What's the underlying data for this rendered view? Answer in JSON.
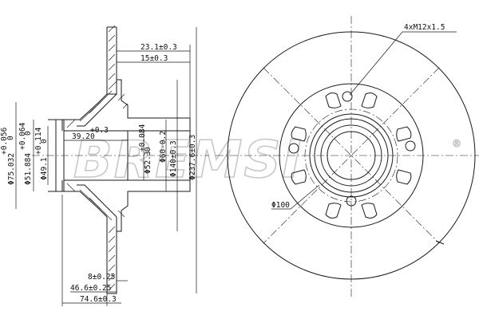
{
  "watermark": "BREMSI",
  "registered_mark": "®",
  "dimensions": {
    "d_flange_thk": "23.1±0.3",
    "d_hub_depth": "15±0.3",
    "d_bearing_depth_main": "39.2",
    "d_bearing_depth_tol_top": "+0.3",
    "d_bearing_depth_tol_bot": "0",
    "d_bore_main": "Φ52.3",
    "d_bore_tol_top": "+0.084",
    "d_bore_tol_bot": "0",
    "d_pcd_small": "Φ60-0.2",
    "d_hub_dia": "Φ140±0.3",
    "d_disc_dia": "Φ237.6±0.3",
    "d_seat_main": "Φ75.032",
    "d_seat_tol_top": "+0.056",
    "d_seat_tol_bot": "0",
    "d_bearing_bore_main": "Φ51.884",
    "d_bearing_bore_tol_top": "+0.064",
    "d_bearing_bore_tol_bot": "0",
    "d_inner_main": "Φ49.1",
    "d_inner_tol_top": "+0.114",
    "d_inner_tol_bot": "0",
    "d_disc_thk": "8±0.25",
    "d_offset": "46.6±0.25",
    "d_total_width": "74.6±0.3",
    "d_holes": "4xM12x1.5",
    "d_pcd": "Φ100"
  }
}
